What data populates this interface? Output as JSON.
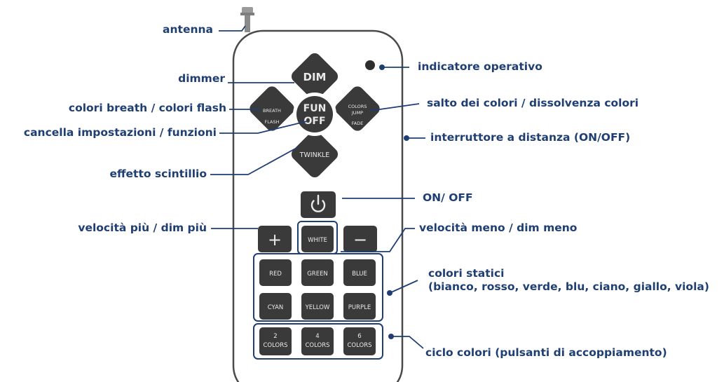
{
  "remote": {
    "dim": "DIM",
    "fun_off": [
      "FUN",
      "OFF"
    ],
    "breath_flash": [
      "BREATH",
      "FLASH"
    ],
    "colors_jump_fade": [
      "COLORS",
      "JUMP",
      "FADE"
    ],
    "twinkle": "TWINKLE",
    "plus": "+",
    "minus": "−",
    "white": "WHITE",
    "static_colors": [
      "RED",
      "GREEN",
      "BLUE",
      "CYAN",
      "YELLOW",
      "PURPLE"
    ],
    "cycle_buttons": [
      [
        "2",
        "COLORS"
      ],
      [
        "4",
        "COLORS"
      ],
      [
        "6",
        "COLORS"
      ]
    ]
  },
  "labels": {
    "antenna": "antenna",
    "dimmer": "dimmer",
    "breath_flash": "colori breath / colori flash",
    "cancel": "cancella impostazioni / funzioni",
    "twinkle": "effetto scintillio",
    "speed_plus": "velocità più / dim più",
    "indicator": "indicatore operativo",
    "jump_fade": "salto dei colori / dissolvenza colori",
    "remote_switch": "interruttore a distanza (ON/OFF)",
    "on_off": "ON/ OFF",
    "speed_minus": "velocità meno / dim meno",
    "static_colors": "colori statici\n(bianco, rosso, verde, blu, ciano, giallo, viola)",
    "cycle": "ciclo colori (pulsanti di accoppiamento)"
  },
  "colors": {
    "label": "#1f3f73",
    "button": "#3a3a3a",
    "body_outline": "#4a4a4a",
    "group_outline": "#1f3f73"
  }
}
